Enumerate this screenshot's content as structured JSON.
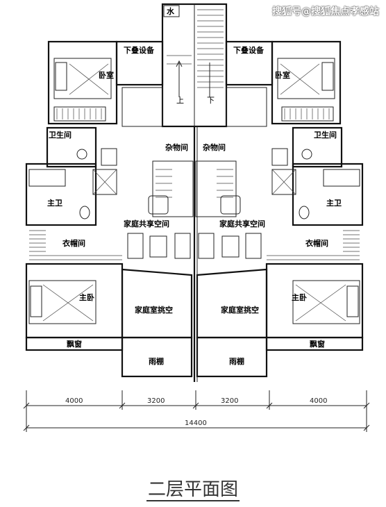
{
  "watermark": "搜狐号@搜狐焦点孝感站",
  "title": "二层平面图",
  "labels": {
    "water": "水",
    "stair_up": "上",
    "stair_down": "下",
    "down_stack_left": "下叠设备",
    "down_stack_right": "下叠设备",
    "bedroom_left": "卧室",
    "bedroom_right": "卧室",
    "bathroom_left": "卫生间",
    "bathroom_right": "卫生间",
    "storage_left": "杂物间",
    "storage_right": "杂物间",
    "master_bath_left": "主卫",
    "master_bath_right": "主卫",
    "cloakroom_left": "衣帽间",
    "cloakroom_right": "衣帽间",
    "family_space_left": "家庭共享空间",
    "family_space_right": "家庭共享空间",
    "master_bed_left": "主卧",
    "master_bed_right": "主卧",
    "family_void_left": "家庭室挑空",
    "family_void_right": "家庭室挑空",
    "bay_window_left": "飘窗",
    "bay_window_right": "飘窗",
    "canopy_left": "雨棚",
    "canopy_right": "雨棚"
  },
  "dimensions": {
    "seg1": "4000",
    "seg2": "3200",
    "seg3": "3200",
    "seg4": "4000",
    "total": "14400"
  }
}
